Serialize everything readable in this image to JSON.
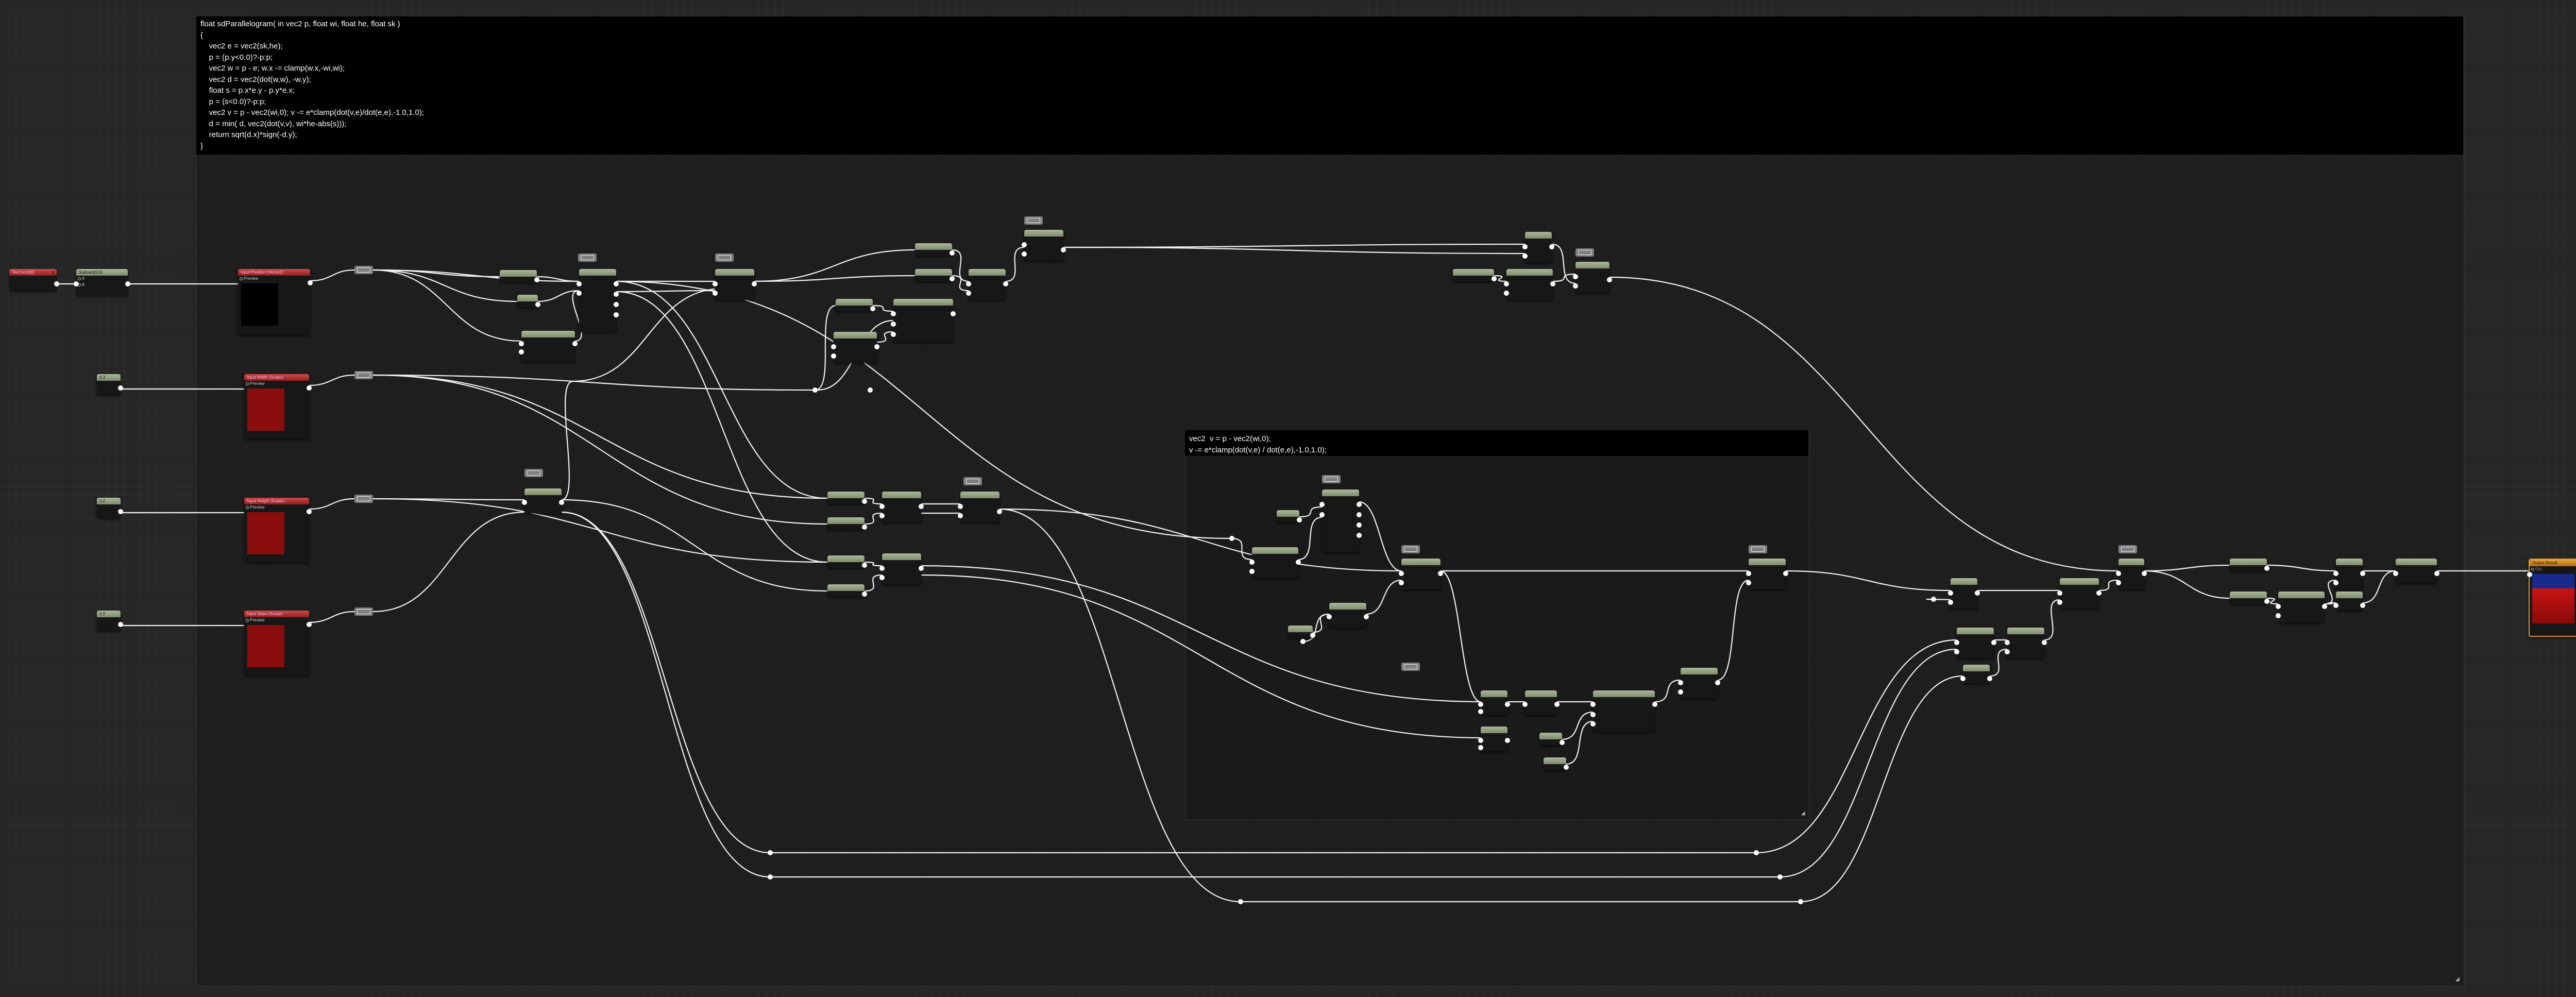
{
  "code_comment": {
    "lines": [
      "float sdParallelogram( in vec2 p, float wi, float he, float sk )",
      "{",
      "    vec2 e = vec2(sk,he);",
      "    p = (p.y<0.0)?-p:p;",
      "    vec2 w = p - e; w.x -= clamp(w.x,-wi,wi);",
      "    vec2 d = vec2(dot(w,w), -w.y);",
      "    float s = p.x*e.y - p.y*e.x;",
      "    p = (s<0.0)?-p:p;",
      "    vec2 v = p - vec2(wi,0); v -= e*clamp(dot(v,e)/dot(e,e),-1.0,1.0);",
      "    d = min( d, vec2(dot(v,v), wi*he-abs(s)));",
      "    return sqrt(d.x)*sign(-d.y);",
      "}"
    ]
  },
  "sub_comment": {
    "lines": [
      "vec2  v = p - vec2(wi,0);",
      "v -= e*clamp(dot(v,e) / dot(e,e),-1.0,1.0);"
    ]
  },
  "colors": {
    "param_header": "#8f9c7e",
    "input_header": "#b83030",
    "output_header": "#e09a30",
    "wire": "#f2f2f2",
    "position_preview": "#000000",
    "scalar_preview": "#8a0d0d",
    "output_preview_top": "#1a2a8a",
    "output_preview_bottom": "#c81414"
  },
  "nodes": {
    "texcoord": {
      "title": "TexCoord[0]"
    },
    "scale": {
      "title": "Subtract(0.5)"
    },
    "in_position": {
      "title": "Input Position (Vector2)",
      "preview": "Preview"
    },
    "in_width": {
      "title": "Input Width (Scalar)",
      "preview": "Preview"
    },
    "in_height": {
      "title": "Input Height (Scalar)",
      "preview": "Preview"
    },
    "in_skew": {
      "title": "Input Skew (Scalar)",
      "preview": "Preview"
    },
    "const_width": {
      "title": "0.3"
    },
    "const_height": {
      "title": "0.2"
    },
    "const_skew": {
      "title": "0.2"
    },
    "output": {
      "title": "Output Result",
      "pin": "Out"
    }
  },
  "relay_icons": [
    "reroute-icon"
  ]
}
